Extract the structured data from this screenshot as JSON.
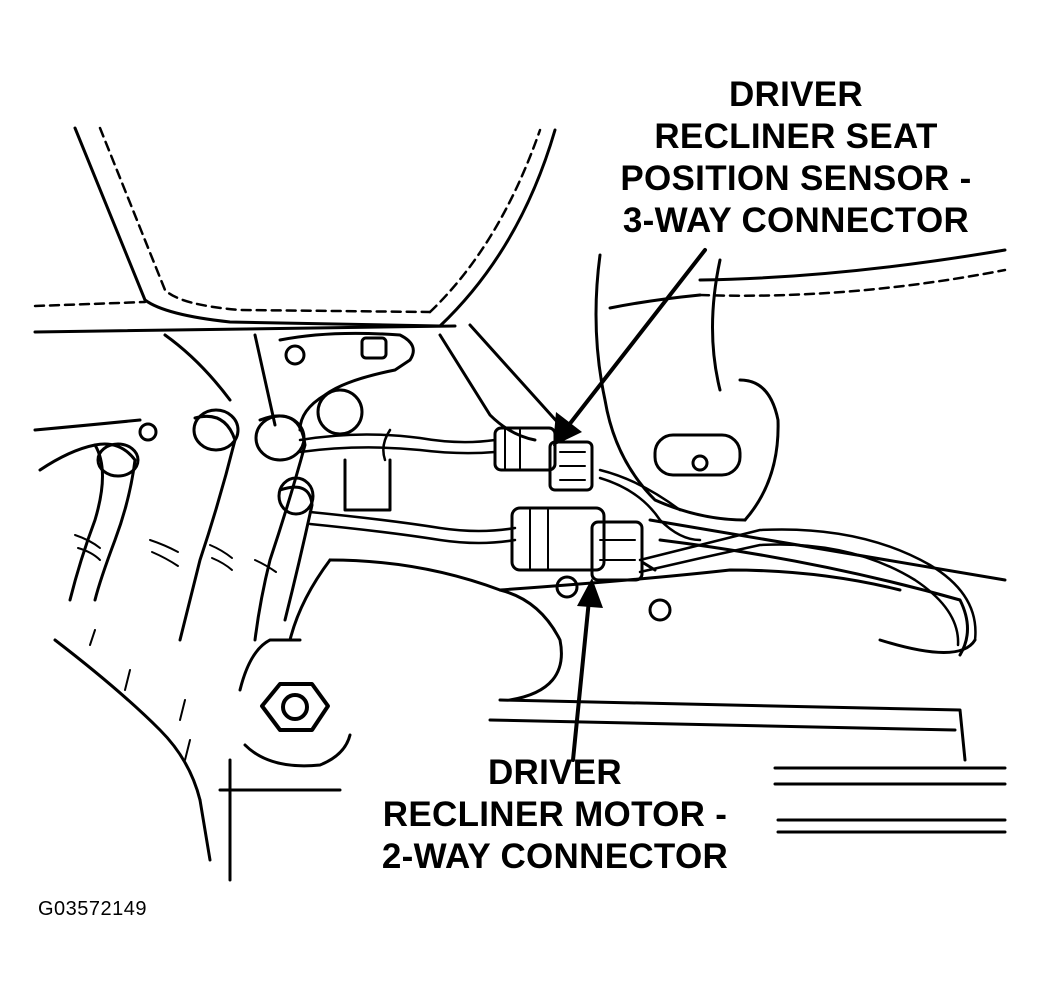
{
  "callouts": {
    "sensor_connector": {
      "lines": [
        "DRIVER",
        "RECLINER SEAT",
        "POSITION SENSOR -",
        "3-WAY CONNECTOR"
      ]
    },
    "motor_connector": {
      "lines": [
        "DRIVER",
        "RECLINER MOTOR -",
        "2-WAY CONNECTOR"
      ]
    }
  },
  "figure_id": "G03572149",
  "colors": {
    "ink": "#000000",
    "paper": "#ffffff"
  },
  "icons": [
    "hand-illustration",
    "nut-icon",
    "connector-icon",
    "arrow-icon"
  ]
}
